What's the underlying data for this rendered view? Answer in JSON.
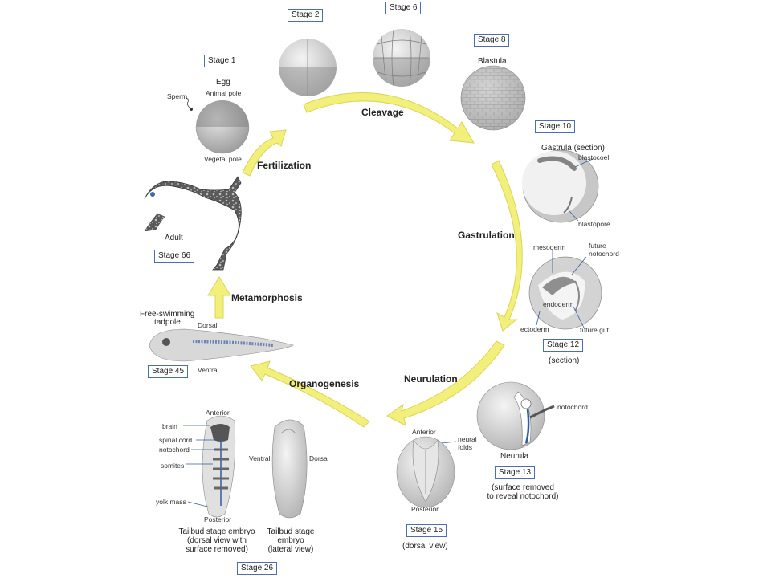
{
  "stages": {
    "s1": "Stage 1",
    "s2": "Stage 2",
    "s6": "Stage 6",
    "s8": "Stage 8",
    "s10": "Stage 10",
    "s12": "Stage 12",
    "s13": "Stage 13",
    "s15": "Stage 15",
    "s26": "Stage 26",
    "s45": "Stage 45",
    "s66": "Stage 66"
  },
  "phases": {
    "cleavage": "Cleavage",
    "gastrulation": "Gastrulation",
    "neurulation": "Neurulation",
    "organogenesis": "Organogenesis",
    "metamorphosis": "Metamorphosis",
    "fertilization": "Fertilization"
  },
  "labels": {
    "egg": "Egg",
    "animal_pole": "Animal pole",
    "sperm": "Sperm",
    "vegetal_pole": "Vegetal pole",
    "blastula": "Blastula",
    "gastrula_section": "Gastrula (section)",
    "blastocoel": "blastocoel",
    "blastopore": "blastopore",
    "mesoderm": "mesoderm",
    "future_notochord_1": "future",
    "future_notochord_2": "notochord",
    "endoderm": "endoderm",
    "ectoderm": "ectoderm",
    "future_gut": "future gut",
    "section": "(section)",
    "notochord": "notochord",
    "neurula": "Neurula",
    "surface_removed_1": "(surface removed",
    "surface_removed_2": "to reveal notochord)",
    "anterior": "Anterior",
    "neural_folds_1": "neural",
    "neural_folds_2": "folds",
    "posterior": "Posterior",
    "dorsal_view": "(dorsal view)",
    "tb_anterior": "Anterior",
    "brain": "brain",
    "spinal_cord": "spinal cord",
    "tb_notochord": "notochord",
    "somites": "somites",
    "yolk_mass": "yolk mass",
    "tb_posterior": "Posterior",
    "ventral": "Ventral",
    "dorsal": "Dorsal",
    "tailbud_1_a": "Tailbud stage embryo",
    "tailbud_1_b": "(dorsal view with",
    "tailbud_1_c": "surface removed)",
    "tailbud_2_a": "Tailbud stage",
    "tailbud_2_b": "embryo",
    "tailbud_2_c": "(lateral view)",
    "free_swimming_1": "Free-swimming",
    "free_swimming_2": "tadpole",
    "tadpole_dorsal": "Dorsal",
    "tadpole_ventral": "Ventral",
    "adult": "Adult"
  },
  "colors": {
    "arrow": "#f2ef7a",
    "arrow_edge": "#d9d45a",
    "stage_border": "#4a6fb0",
    "blue_line": "#2f5d9e"
  }
}
